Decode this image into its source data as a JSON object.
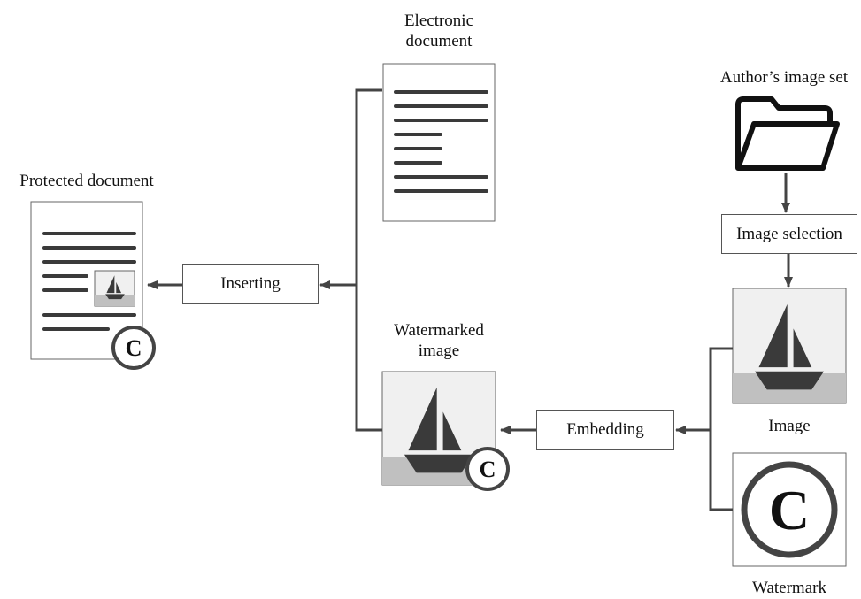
{
  "labels": {
    "electronic_document": "Electronic\ndocument",
    "authors_image_set": "Author’s image set",
    "protected_document": "Protected document",
    "watermarked_image": "Watermarked\nimage",
    "image": "Image",
    "watermark": "Watermark"
  },
  "processes": {
    "image_selection": "Image selection",
    "inserting": "Inserting",
    "embedding": "Embedding"
  },
  "copyright_symbol": "C",
  "colors": {
    "line": "#444444",
    "panel": "#f0f0f0",
    "water": "#c0c0c0",
    "boat": "#3a3a3a"
  }
}
